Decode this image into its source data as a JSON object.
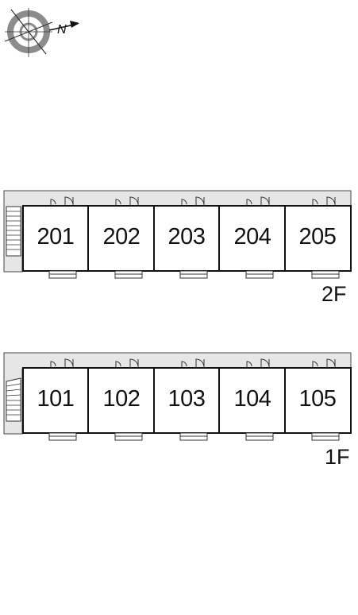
{
  "compass": {
    "icon": "compass-rose-icon",
    "north_label": "N"
  },
  "floors": [
    {
      "label": "2F",
      "units": [
        "201",
        "202",
        "203",
        "204",
        "205"
      ]
    },
    {
      "label": "1F",
      "units": [
        "101",
        "102",
        "103",
        "104",
        "105"
      ]
    }
  ],
  "colors": {
    "corridor": "#e6e6e6",
    "outline": "#222222",
    "compass_ring": "#8c8c8c"
  }
}
